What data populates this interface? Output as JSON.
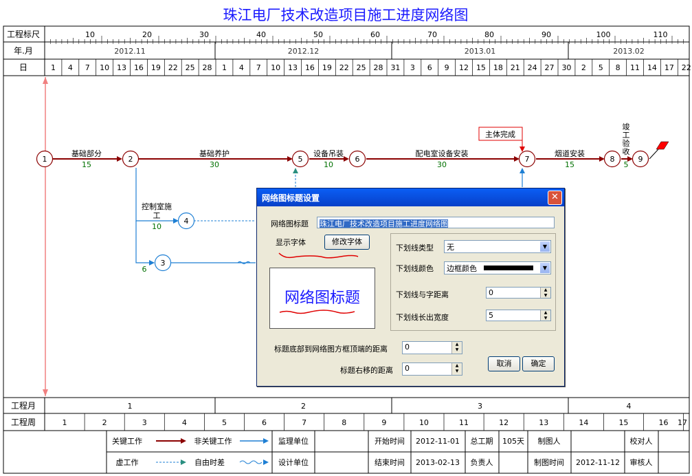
{
  "title": "珠江电厂技术改造项目施工进度网络图",
  "header": {
    "row_labels": [
      "工程标尺",
      "年.月",
      "日"
    ],
    "scale_numbers": [
      "10",
      "20",
      "30",
      "40",
      "50",
      "60",
      "70",
      "80",
      "90",
      "100",
      "110"
    ],
    "months": [
      "2012.11",
      "2012.12",
      "2013.01",
      "2013.02"
    ],
    "days": [
      "1",
      "4",
      "7",
      "10",
      "13",
      "16",
      "19",
      "22",
      "25",
      "28",
      "1",
      "4",
      "7",
      "10",
      "13",
      "16",
      "19",
      "22",
      "25",
      "28",
      "31",
      "3",
      "6",
      "9",
      "12",
      "15",
      "18",
      "21",
      "24",
      "27",
      "30",
      "2",
      "5",
      "8",
      "11",
      "14",
      "17",
      "22"
    ]
  },
  "footer": {
    "month_label": "工程月",
    "months": [
      "1",
      "2",
      "3",
      "4"
    ],
    "week_label": "工程周",
    "weeks": [
      "1",
      "2",
      "3",
      "4",
      "5",
      "6",
      "7",
      "8",
      "9",
      "10",
      "11",
      "12",
      "13",
      "14",
      "15",
      "16",
      "17"
    ]
  },
  "legend": {
    "critical": "关键工作",
    "non_critical": "非关键工作",
    "dummy": "虚工作",
    "free_float": "自由时差",
    "supervisor": "监理单位",
    "designer": "设计单位",
    "start_label": "开始时间",
    "start_value": "2012-11-01",
    "end_label": "结束时间",
    "end_value": "2013-02-13",
    "duration_label": "总工期",
    "duration_value": "105天",
    "owner_label": "负责人",
    "drawer_label": "制图人",
    "draw_time_label": "制图时间",
    "draw_time_value": "2012-11-12",
    "checker_label": "校对人",
    "auditor_label": "审核人"
  },
  "network": {
    "nodes": [
      "1",
      "2",
      "3",
      "4",
      "5",
      "6",
      "7",
      "8",
      "9"
    ],
    "activities": [
      {
        "name": "基础部分",
        "duration": "15"
      },
      {
        "name": "基础养护",
        "duration": "30"
      },
      {
        "name": "设备吊装",
        "duration": "10"
      },
      {
        "name": "配电室设备安装",
        "duration": "30"
      },
      {
        "name": "烟道安装",
        "duration": "15"
      },
      {
        "name": "竣工验收",
        "duration": "5"
      },
      {
        "name": "控制室施工",
        "duration": "10"
      },
      {
        "name": "",
        "duration": "6"
      }
    ],
    "milestone": "主体完成"
  },
  "dialog": {
    "title": "网络图标题设置",
    "close_label": "✕",
    "title_label": "网络图标题",
    "title_value": "珠江电厂技术改造项目施工进度网络图",
    "font_label": "显示字体",
    "change_font_button": "修改字体",
    "preview_text": "网络图标题",
    "underline_type_label": "下划线类型",
    "underline_type_value": "无",
    "underline_color_label": "下划线颜色",
    "underline_color_value": "边框颜色",
    "underline_gap_label": "下划线与字距离",
    "underline_gap_value": "0",
    "underline_extend_label": "下划线长出宽度",
    "underline_extend_value": "5",
    "bottom_distance_label": "标题底部到网络图方框顶端的距离",
    "bottom_distance_value": "0",
    "right_offset_label": "标题右移的距离",
    "right_offset_value": "0",
    "cancel_button": "取消",
    "ok_button": "确定"
  },
  "colors": {
    "critical": "#8b0000",
    "non_critical": "#1e7fd4",
    "title": "#1a1aff",
    "duration": "#007000",
    "milestone": "#e00000",
    "dialog_header": "#0a5ef5"
  }
}
